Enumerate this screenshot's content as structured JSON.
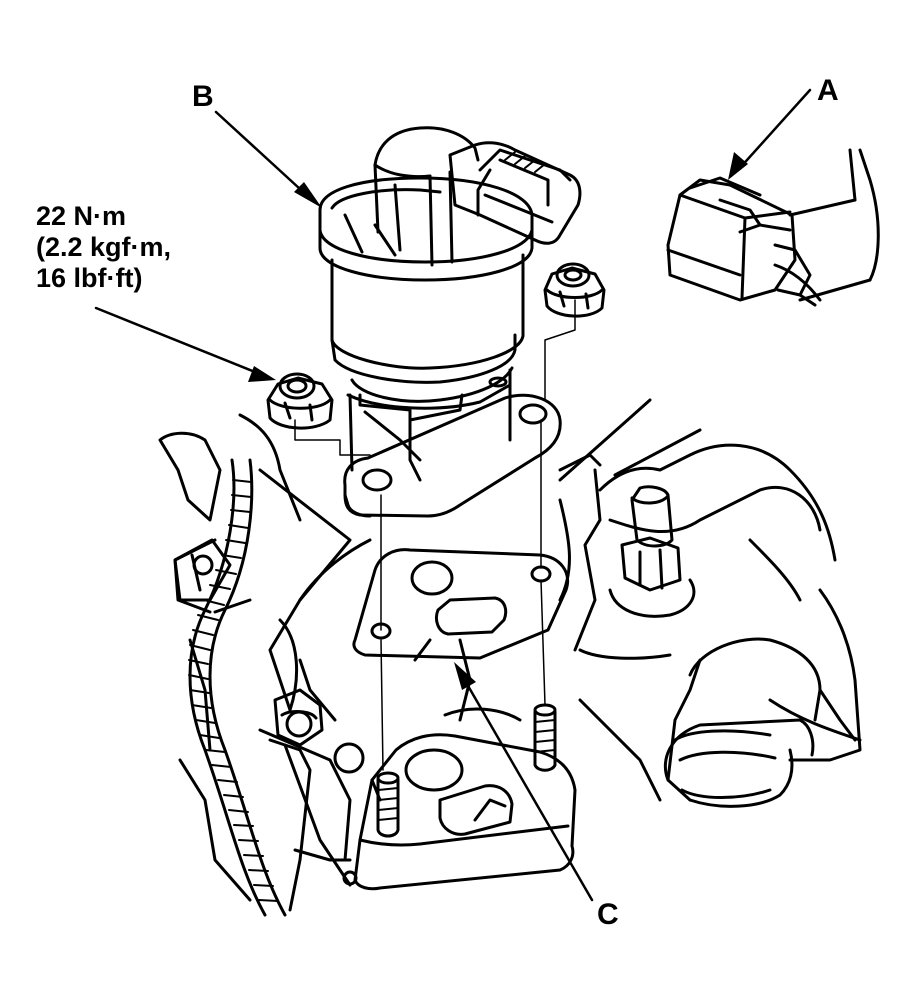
{
  "labels": {
    "a": "A",
    "b": "B",
    "c": "C"
  },
  "torque": {
    "line1": "22 N·m",
    "line2": "(2.2 kgf·m,",
    "line3": "16 lbf·ft)"
  }
}
